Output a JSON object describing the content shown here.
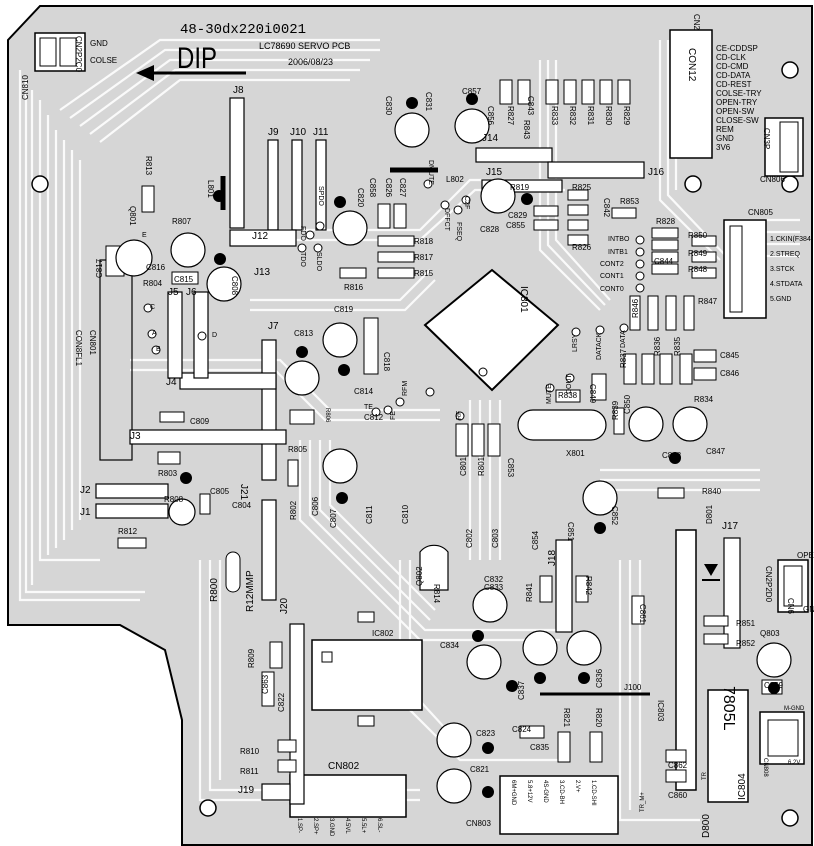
{
  "board": {
    "part_code": "48-30dx220i0021",
    "direction_label": "DIP",
    "name": "LC78690 SERVO PCB",
    "date": "2006/08/23"
  },
  "connectors": {
    "cn2": {
      "ref": "CN2",
      "alt": "CON12",
      "pins": [
        "CE-CDDSP",
        "CD-CLK",
        "CD-CMD",
        "CD-DATA",
        "CD-REST",
        "COLSE-TRY",
        "OPEN-TRY",
        "OPEN-SW",
        "CLOSE-SW",
        "REM",
        "GND",
        "3V6"
      ]
    },
    "cn805": {
      "ref": "CN805",
      "pins": [
        "1.CKIN(F384)",
        "2.STREQ",
        "3.STCK",
        "4.STDATA",
        "5.GND"
      ]
    },
    "cn810": {
      "ref": "CN810",
      "alt": "CN2P2C0",
      "pins": [
        "GND",
        "COLSE"
      ]
    },
    "cn806": {
      "ref": "CN806",
      "alt": "CN3P"
    },
    "cn801": {
      "ref": "CN801",
      "alt": "CON8FL1"
    },
    "cn6": {
      "ref": "CN6",
      "alt": "CN2P2D0",
      "pins": [
        "OPE",
        "GN"
      ]
    },
    "cn802": {
      "ref": "CN802",
      "pins": [
        "1.SP-",
        "2.SP+",
        "3.GND",
        "4.5VL",
        "5.5L+",
        "6.SL-"
      ]
    },
    "cn803": {
      "ref": "CN803",
      "pins": [
        "6M+GND",
        "5.8+12V",
        "4S-GND",
        "3.CD-BH",
        "2.V+",
        "1.CD-SHI"
      ]
    },
    "cn808": {
      "ref": "CN808",
      "pins": [
        "M-GND",
        "6.2V"
      ]
    }
  },
  "ics": [
    "IC801",
    "IC802",
    "IC803",
    "IC804"
  ],
  "jumpers": [
    "J8",
    "J9",
    "J10",
    "J11",
    "J12",
    "J13",
    "J14",
    "J15",
    "J16",
    "J17",
    "J18",
    "J19",
    "J20",
    "J21",
    "J5",
    "J6",
    "J7",
    "J4",
    "J3",
    "J2",
    "J1",
    "J100"
  ],
  "testpoints": [
    "TDO",
    "SLDO",
    "FDO",
    "SPDO",
    "DMUTE",
    "DFFCT",
    "FSEQ",
    "C2F",
    "INTBO",
    "INTB1",
    "CONT2",
    "CONT1",
    "CONT0",
    "LRSY",
    "DATACK",
    "DATA",
    "MUTE",
    "DOUT",
    "RF",
    "RFM",
    "TE",
    "FE",
    "A",
    "B",
    "C",
    "D",
    "E"
  ],
  "caps": [
    "C830",
    "C831",
    "C857",
    "C856",
    "C858",
    "C826",
    "C827",
    "C820",
    "C829",
    "C828",
    "C855",
    "C842",
    "C843",
    "C844",
    "C845",
    "C846",
    "C847",
    "C848",
    "C849",
    "C850",
    "C852",
    "C853",
    "C854",
    "C851",
    "C819",
    "C818",
    "C813",
    "C814",
    "C812",
    "C809",
    "C805",
    "C804",
    "C806",
    "C807",
    "C811",
    "C810",
    "C801",
    "C802",
    "C803",
    "C817",
    "C816",
    "C815",
    "C808",
    "C832",
    "C833",
    "C834",
    "C837",
    "C836",
    "C835",
    "C824",
    "C823",
    "C821",
    "C822",
    "C863",
    "C861",
    "C862",
    "C859",
    "C860"
  ],
  "resistors": [
    "R813",
    "R807",
    "R804",
    "R803",
    "R808",
    "R812",
    "R805",
    "R806",
    "R802",
    "R800",
    "R816",
    "R818",
    "R817",
    "R815",
    "R819",
    "R825",
    "R826",
    "R827",
    "R843",
    "R833",
    "R832",
    "R831",
    "R830",
    "R829",
    "R853",
    "R828",
    "R850",
    "R849",
    "R848",
    "R847",
    "R846",
    "R836",
    "R835",
    "R837",
    "R838",
    "R839",
    "R834",
    "R840",
    "R801",
    "R841",
    "R842",
    "R851",
    "R852",
    "R809",
    "R810",
    "R811",
    "R814",
    "R821",
    "R820"
  ],
  "labels_misc": {
    "r800_value": "R12MMP",
    "l801": "L801",
    "l802": "L802",
    "q801": "Q801",
    "q802": "Q802",
    "q803": "Q803",
    "x801": "X801",
    "d800": "D800",
    "d801": "D801",
    "reg": "7805L",
    "tr_m": "TR_M+",
    "tr": "TR"
  }
}
